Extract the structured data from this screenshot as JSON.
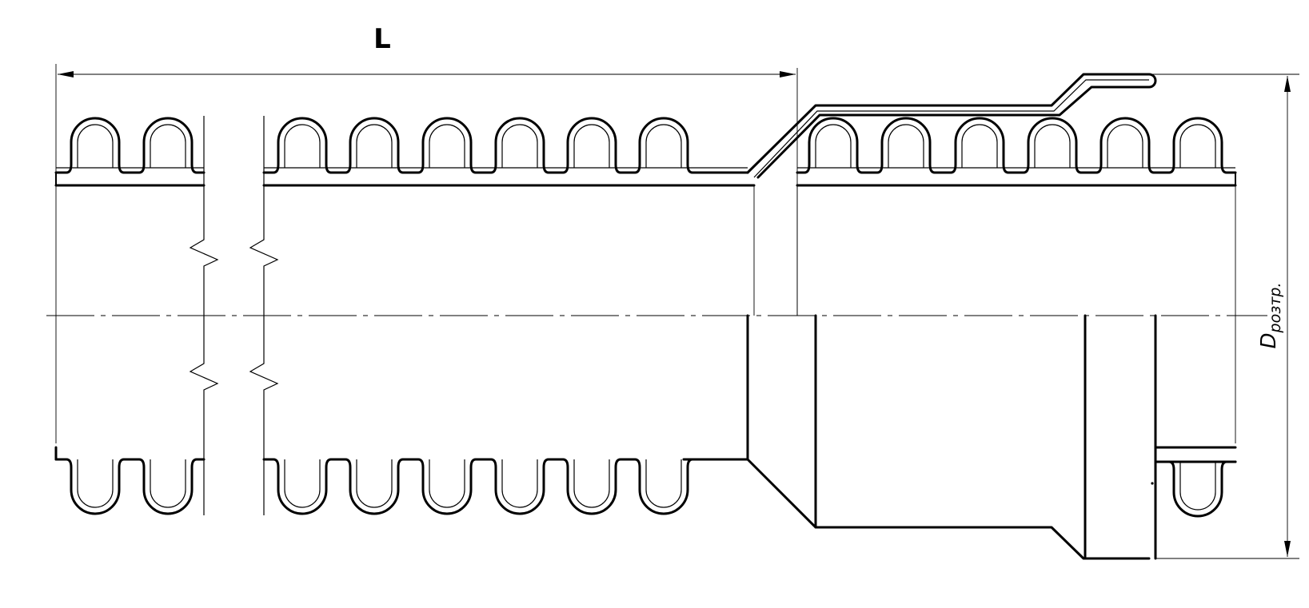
{
  "dimensions": {
    "length_label": "L",
    "diameter_label": "D",
    "diameter_subscript": "розтр."
  },
  "colors": {
    "line": "#000000",
    "background": "#ffffff"
  }
}
